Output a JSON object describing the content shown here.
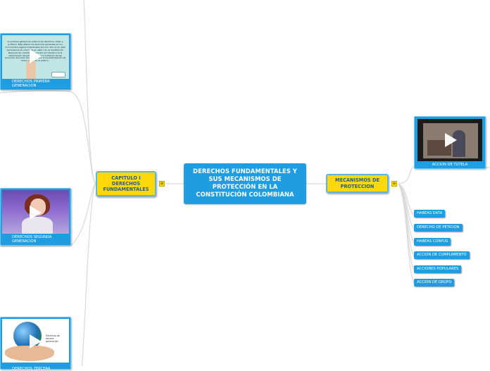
{
  "central": {
    "label": "DERECHOS FUNDAMENTALES Y SUS MECANISMOS DE PROTECCIÓN EN LA CONSTITUCIÓN COLOMBIANA"
  },
  "left_branch": {
    "label": "CAPITULO I DERECHOS FUNDAMENTALES"
  },
  "right_branch": {
    "label": "MECANISMOS DE PROTECCION"
  },
  "left_cards": [
    {
      "caption": "DERECHOS PRIMERA GENERACION",
      "thumb_text": "La primera generación está en los derechos civiles y políticos. Esta abarca los derechos generales en los reconocidos regalos individuales dos uno otro en su este pertenencia en Colombia en esta o en la Constitución Nacional. Su carácter reconocido por dando lo le la intervención del gobierno para la limitación de las personas, así como la participación en la participación de todos en los en el político."
    },
    {
      "caption": "DERECHOS SEGUNDA GENERACION",
      "thumb_text": ""
    },
    {
      "caption": "DERECHOS TERCERA",
      "thumb_text": "Derechos de tercera generación"
    }
  ],
  "tutela": {
    "caption": "ACCION DE TUTELA"
  },
  "mechanisms": [
    {
      "label": "HABEAS DATA"
    },
    {
      "label": "DERECHO DE PETICION"
    },
    {
      "label": "HABEAS CORPUS"
    },
    {
      "label": "ACCION DE CUMPLIMIENTO"
    },
    {
      "label": "ACCIONES POPULARES"
    },
    {
      "label": "ACCION DE GRUPO"
    }
  ],
  "icons": {
    "note": "note-icon",
    "play": "play-icon"
  },
  "colors": {
    "central": "#1e9de3",
    "main_topic": "#ffd80a",
    "link": "#d8d8d8"
  }
}
